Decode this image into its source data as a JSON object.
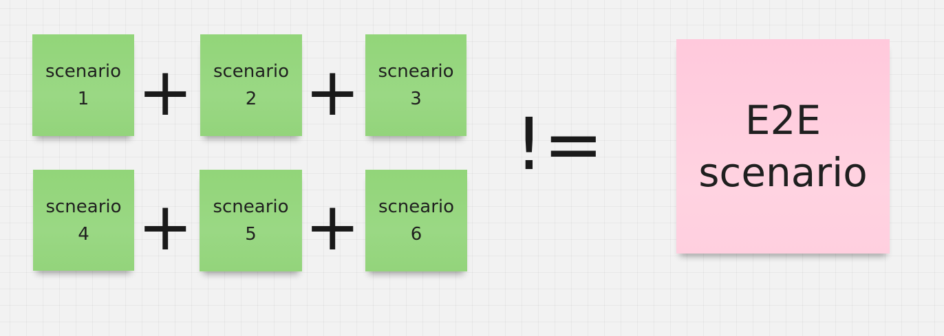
{
  "notes_top": [
    {
      "line1": "scenario",
      "line2": "1"
    },
    {
      "line1": "scenario",
      "line2": "2"
    },
    {
      "line1": "scneario",
      "line2": "3"
    }
  ],
  "notes_bottom": [
    {
      "line1": "scneario",
      "line2": "4"
    },
    {
      "line1": "scneario",
      "line2": "5"
    },
    {
      "line1": "scneario",
      "line2": "6"
    }
  ],
  "operators": {
    "plus": "+",
    "not_equal": "!="
  },
  "result_note": {
    "line1": "E2E",
    "line2": "scenario"
  },
  "colors": {
    "green_note": "#95d67d",
    "pink_note": "#ffcfe0",
    "background": "#f2f2f2"
  }
}
